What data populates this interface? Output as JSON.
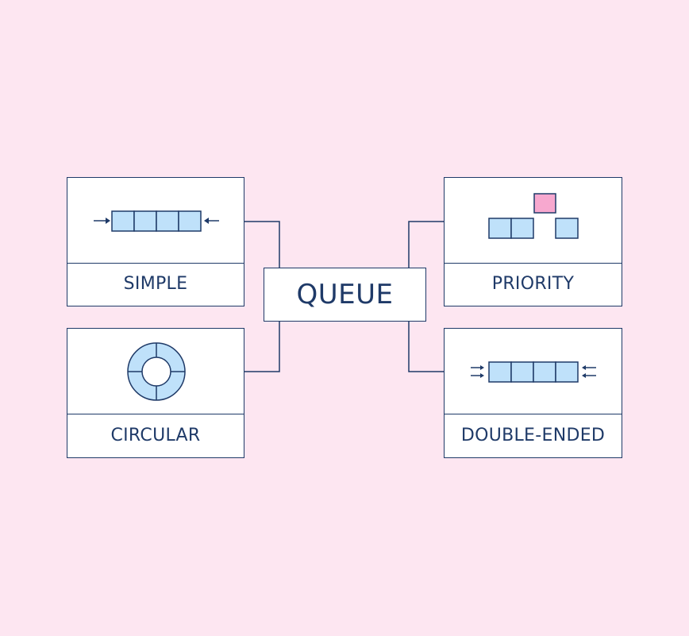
{
  "diagram": {
    "center_label": "QUEUE",
    "types": [
      {
        "id": "simple",
        "label": "SIMPLE",
        "icon": "simple-queue-icon"
      },
      {
        "id": "priority",
        "label": "PRIORITY",
        "icon": "priority-queue-icon"
      },
      {
        "id": "circular",
        "label": "CIRCULAR",
        "icon": "circular-queue-icon"
      },
      {
        "id": "double-ended",
        "label": "DOUBLE-ENDED",
        "icon": "double-ended-queue-icon"
      }
    ],
    "colors": {
      "background": "#fde6f1",
      "stroke": "#1f3a68",
      "cell_fill": "#bfe1fa",
      "priority_fill": "#f7a8cf",
      "panel": "#ffffff"
    }
  }
}
